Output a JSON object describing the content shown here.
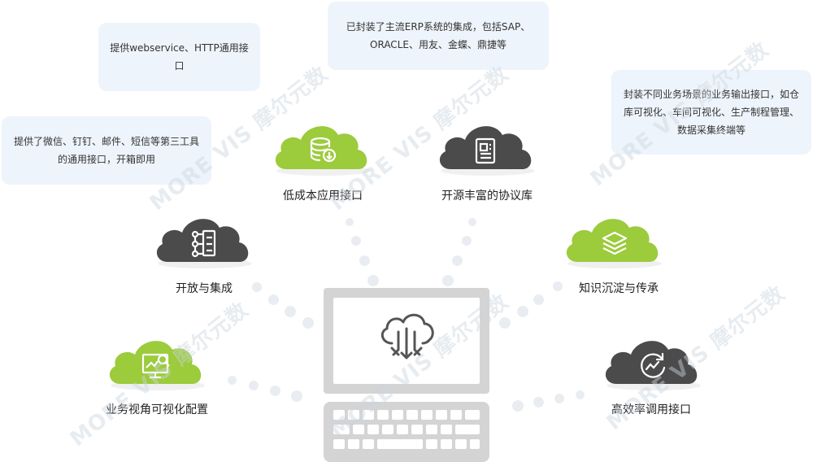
{
  "notes": {
    "webservice": "提供webservice、HTTP通用接口",
    "erp": "已封装了主流ERP系统的集成，包括SAP、ORACLE、用友、金蝶、鼎捷等",
    "thirdparty": "提供了微信、钉钉、邮件、短信等第三工具的通用接口，开箱即用",
    "business": "封装不同业务场景的业务输出接口，如仓库可视化、车间可视化、生产制程管理、数据采集终端等"
  },
  "features": {
    "low_cost": "低成本应用接口",
    "protocols": "开源丰富的协议库",
    "open": "开放与集成",
    "knowledge": "知识沉淀与传承",
    "visual": "业务视角可视化配置",
    "efficient": "高效率调用接口"
  },
  "watermark": "MORE VIS 摩尔元数",
  "colors": {
    "green": "#9ccb3c",
    "dark": "#4b4b4b",
    "note_bg": "#eef4fb",
    "device": "#d4d4d4"
  },
  "icons": [
    "database-download-icon",
    "document-icon",
    "flowchart-icon",
    "layers-icon",
    "monitor-search-icon",
    "refresh-chart-icon",
    "cloud-arrows-icon"
  ]
}
